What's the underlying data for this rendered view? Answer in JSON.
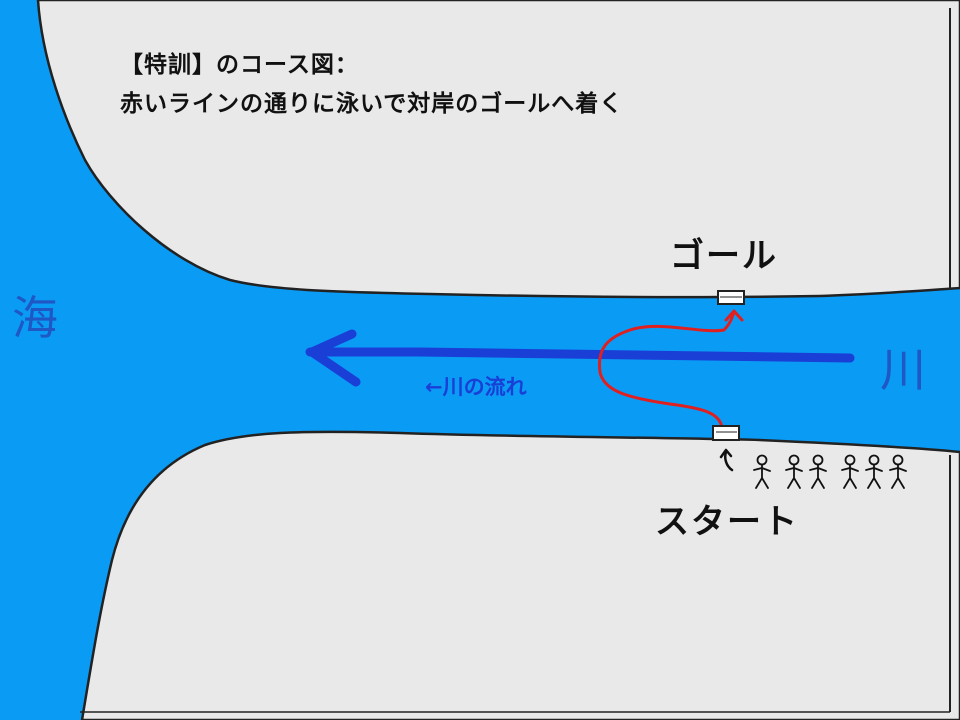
{
  "title": {
    "line1": "【特訓】のコース図：",
    "line2": "赤いラインの通りに泳いで対岸のゴールへ着く"
  },
  "labels": {
    "goal": "ゴール",
    "start": "スタート",
    "sea": "海",
    "river": "川",
    "flow": "←川の流れ"
  },
  "colors": {
    "water": "#0a9bf5",
    "land": "#e9e9e9",
    "route": "#e02020",
    "flow_arrow": "#1a3fd6"
  },
  "swimmers": {
    "count": 6
  }
}
